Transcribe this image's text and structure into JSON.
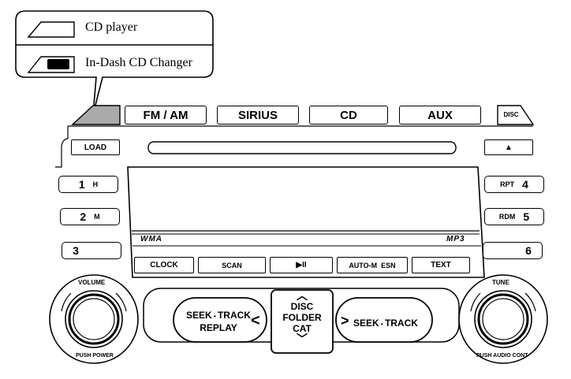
{
  "legend": {
    "cd_player": "CD player",
    "in_dash_changer": "In-Dash CD Changer"
  },
  "top_buttons": {
    "fm_am": "FM / AM",
    "sirius": "SIRIUS",
    "cd": "CD",
    "aux": "AUX"
  },
  "load_label": "LOAD",
  "eject_symbol": "▲",
  "presets": {
    "p1": "1",
    "p1_sub": "H",
    "p2": "2",
    "p2_sub": "M",
    "p3": "3",
    "p4": "4",
    "p4_sub": "RPT",
    "p5": "5",
    "p5_sub": "RDM",
    "p6": "6"
  },
  "display": {
    "left_mark": "WMA",
    "right_mark": "MP3"
  },
  "controls": {
    "clock": "CLOCK",
    "scan": "SCAN",
    "play_pause": "▶II",
    "auto_m": "AUTO-M",
    "esn": "ESN",
    "text": "TEXT"
  },
  "seek_left": {
    "line1": "SEEK",
    "line1b": "TRACK",
    "line2": "REPLAY",
    "arrow": "<"
  },
  "seek_right": {
    "arrow": ">",
    "label": "SEEK",
    "label2": "TRACK"
  },
  "center_rocker": {
    "up": "︿",
    "line1": "DISC",
    "line2": "FOLDER",
    "line3": "CAT",
    "down": "﹀"
  },
  "knobs": {
    "volume_top": "VOLUME",
    "volume_bottom": "PUSH POWER",
    "tune_top": "TUNE",
    "tune_bottom": "PUSH AUDIO CONT"
  },
  "disc_badge": "DISC"
}
